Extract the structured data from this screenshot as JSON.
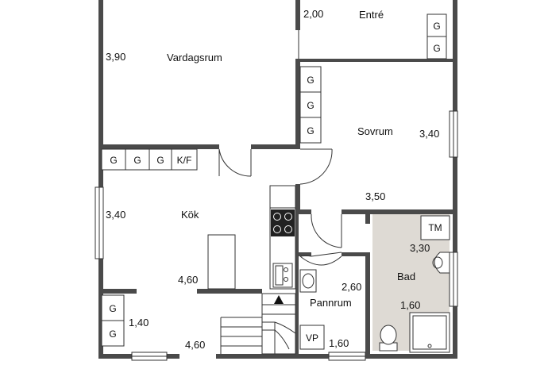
{
  "rooms": {
    "entre": "Entré",
    "vardagsrum": "Vardagsrum",
    "sovrum": "Sovrum",
    "kok": "Kök",
    "bad": "Bad",
    "pannrum": "Pannrum"
  },
  "dimensions": {
    "entre_width": "2,00",
    "vardagsrum_depth": "3,90",
    "sovrum_depth": "3,40",
    "sovrum_width": "3,50",
    "kok_depth": "3,40",
    "kok_width": "4,60",
    "bad_depth": "3,30",
    "bad_width": "1,60",
    "pannrum_depth": "2,60",
    "hall_depth": "1,40",
    "hall_width": "4,60",
    "vp_width": "1,60"
  },
  "fixtures": {
    "wardrobe": "G",
    "kf": "K/F",
    "tm": "TM",
    "vp": "VP"
  },
  "colors": {
    "wall": "#4a4a4a",
    "bathroom_floor": "#dedad4"
  }
}
